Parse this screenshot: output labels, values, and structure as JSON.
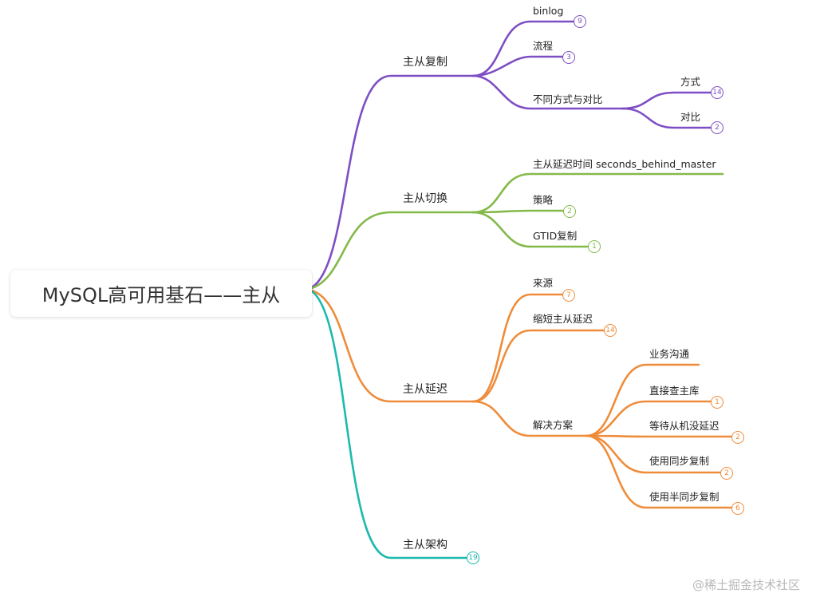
{
  "root": {
    "title": "MySQL高可用基石——主从"
  },
  "colors": {
    "purple": "#7e4fc4",
    "green": "#84b94a",
    "orange": "#ef8c3a",
    "teal": "#1db9ae"
  },
  "branches": {
    "replication": {
      "label": "主从复制",
      "children": {
        "binlog": {
          "label": "binlog",
          "count": "9"
        },
        "flow": {
          "label": "流程",
          "count": "3"
        },
        "methods": {
          "label": "不同方式与对比",
          "children": {
            "ways": {
              "label": "方式",
              "count": "14"
            },
            "compare": {
              "label": "对比",
              "count": "2"
            }
          }
        }
      }
    },
    "switch": {
      "label": "主从切换",
      "children": {
        "delay_time": {
          "label": "主从延迟时间 seconds_behind_master"
        },
        "strategy": {
          "label": "策略",
          "count": "2"
        },
        "gtid": {
          "label": "GTID复制",
          "count": "1"
        }
      }
    },
    "delay": {
      "label": "主从延迟",
      "children": {
        "source": {
          "label": "来源",
          "count": "7"
        },
        "shorten": {
          "label": "缩短主从延迟",
          "count": "14"
        },
        "solution": {
          "label": "解决方案",
          "children": {
            "biz": {
              "label": "业务沟通"
            },
            "direct": {
              "label": "直接查主库",
              "count": "1"
            },
            "wait": {
              "label": "等待从机没延迟",
              "count": "2"
            },
            "sync": {
              "label": "使用同步复制",
              "count": "2"
            },
            "semisync": {
              "label": "使用半同步复制",
              "count": "6"
            }
          }
        }
      }
    },
    "arch": {
      "label": "主从架构",
      "count": "19"
    }
  },
  "watermark": "@稀土掘金技术社区"
}
